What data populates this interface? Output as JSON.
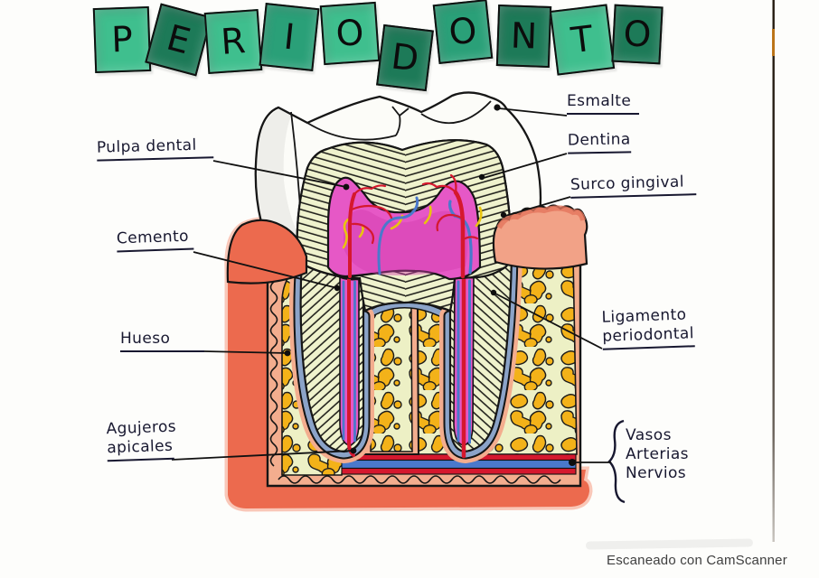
{
  "title": {
    "word": "PERIODONTO",
    "letters": [
      "P",
      "E",
      "R",
      "I",
      "O",
      "D",
      "O",
      "N",
      "T",
      "O"
    ]
  },
  "labels": {
    "pulpa_dental": "Pulpa dental",
    "cemento": "Cemento",
    "hueso": "Hueso",
    "agujeros": {
      "line1": "Agujeros",
      "line2": "apicales"
    },
    "esmalte": "Esmalte",
    "dentina": "Dentina",
    "surco_gingival": "Surco gingival",
    "ligamento": {
      "line1": "Ligamento",
      "line2": "periodontal"
    },
    "vasos_grupo": {
      "line1": "Vasos",
      "line2": "Arterias",
      "line3": "Nervios"
    }
  },
  "footer": {
    "credit": "Escaneado con CamScanner"
  },
  "colors": {
    "tile_green_light": "#3fbf8e",
    "tile_green_mid": "#2aa078",
    "tile_green_dark": "#1d7a58",
    "gum_red": "#ec6a4e",
    "gum_light": "#f3ad8e",
    "bone_base": "#edf0c5",
    "bone_gold": "#f3b219",
    "dentin_base": "#eff2cd",
    "pulp_magenta": "#e658c6",
    "artery_red": "#d5182e",
    "vein_blue": "#4a79cc",
    "nerve_yellow": "#e9c40f",
    "ligament_blue": "#8ba3c8",
    "ink": "#181830"
  }
}
